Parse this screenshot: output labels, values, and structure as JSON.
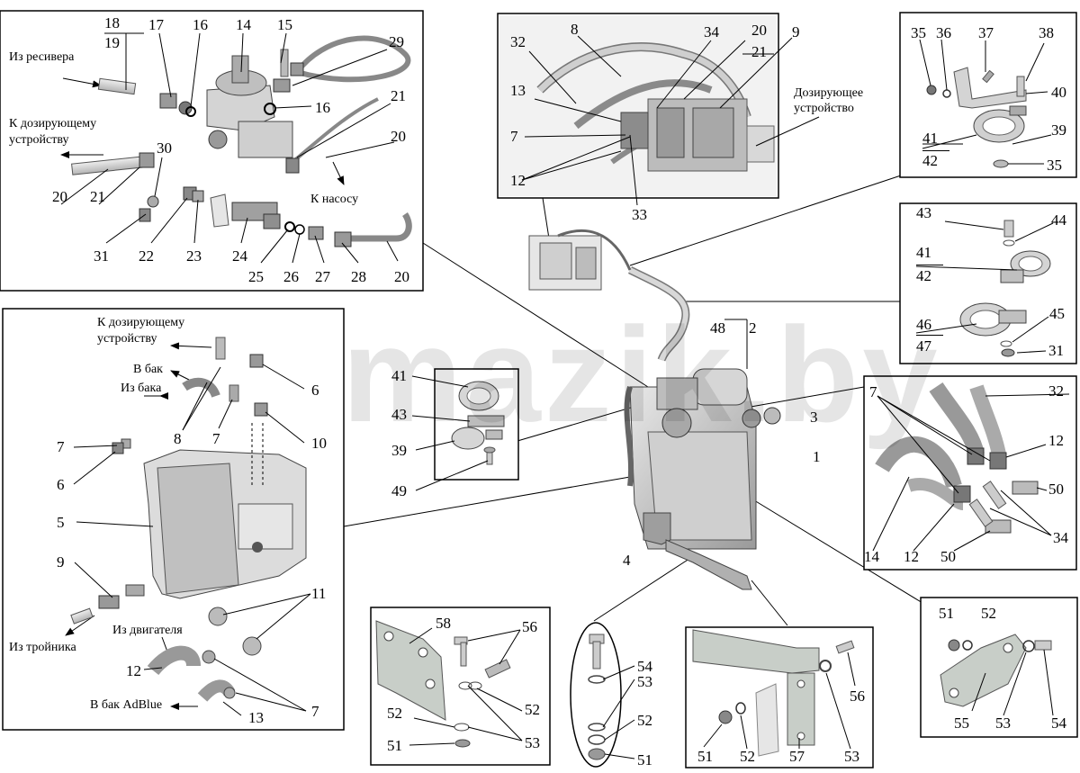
{
  "watermark": "mazik.by",
  "texts": {
    "from_receiver": "Из ресивера",
    "to_dosing_unit_1": "К дозирующему",
    "to_dosing_unit_2": "устройству",
    "to_pump": "К насосу",
    "dosing_device_1": "Дозирующее",
    "dosing_device_2": "устройство",
    "to_dosing_left_1": "К дозирующему",
    "to_dosing_left_2": "устройству",
    "to_tank": "В бак",
    "from_tank": "Из бака",
    "from_tee": "Из тройника",
    "from_engine": "Из двигателя",
    "to_adblue_tank": "В бак AdBlue"
  },
  "labels": {
    "p1_18": "18",
    "p1_19": "19",
    "p1_17": "17",
    "p1_16a": "16",
    "p1_14": "14",
    "p1_15": "15",
    "p1_29": "29",
    "p1_16b": "16",
    "p1_21a": "21",
    "p1_20a": "20",
    "p1_30": "30",
    "p1_20b": "20",
    "p1_21b": "21",
    "p1_31": "31",
    "p1_22": "22",
    "p1_23": "23",
    "p1_24": "24",
    "p1_25": "25",
    "p1_26": "26",
    "p1_27": "27",
    "p1_28": "28",
    "p1_20c": "20",
    "p2_32": "32",
    "p2_8": "8",
    "p2_34": "34",
    "p2_20": "20",
    "p2_21": "21",
    "p2_9": "9",
    "p2_13": "13",
    "p2_7": "7",
    "p2_12": "12",
    "p2_33": "33",
    "p3_35a": "35",
    "p3_36": "36",
    "p3_37": "37",
    "p3_38": "38",
    "p3_40": "40",
    "p3_41": "41",
    "p3_42": "42",
    "p3_39": "39",
    "p3_35b": "35",
    "p4_43": "43",
    "p4_44": "44",
    "p4_41": "41",
    "p4_42": "42",
    "p4_46": "46",
    "p4_47": "47",
    "p4_45": "45",
    "p4_31": "31",
    "m_48": "48",
    "m_2": "2",
    "m_3": "3",
    "m_1": "1",
    "m_4": "4",
    "m_41": "41",
    "m_43": "43",
    "m_39": "39",
    "m_49": "49",
    "l_6a": "6",
    "l_8": "8",
    "l_7a": "7",
    "l_10": "10",
    "l_7b": "7",
    "l_6b": "6",
    "l_5": "5",
    "l_9": "9",
    "l_11": "11",
    "l_12": "12",
    "l_7c": "7",
    "l_13": "13",
    "r_7": "7",
    "r_32": "32",
    "r_12a": "12",
    "r_50a": "50",
    "r_34": "34",
    "r_14": "14",
    "r_12b": "12",
    "r_50b": "50",
    "b1_58": "58",
    "b1_56": "56",
    "b1_52a": "52",
    "b1_52b": "52",
    "b1_53": "53",
    "b1_51": "51",
    "b2_54": "54",
    "b2_53": "53",
    "b2_52": "52",
    "b2_51": "51",
    "b3_56": "56",
    "b3_51": "51",
    "b3_52": "52",
    "b3_57": "57",
    "b3_53": "53",
    "b4_51": "51",
    "b4_52": "52",
    "b4_55": "55",
    "b4_53": "53",
    "b4_54": "54"
  }
}
